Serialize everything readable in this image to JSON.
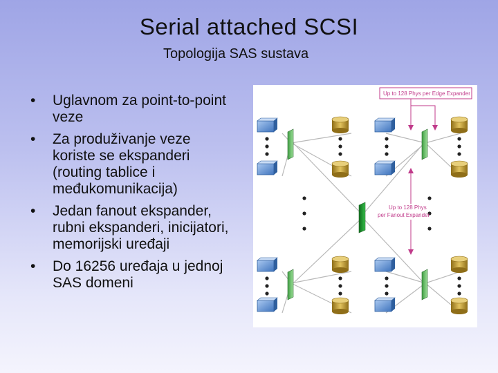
{
  "slide": {
    "title": "Serial attached SCSI",
    "subtitle": "Topologija SAS sustava"
  },
  "bullets": [
    {
      "line1": "Uglavnom za point-to-point",
      "line2": "veze"
    },
    {
      "line1": "Za produživanje veze",
      "line2": "koriste se ekspanderi",
      "line3": "(routing tablice i",
      "line4": "međukomunikacija)"
    },
    {
      "line1": "Jedan fanout ekspander,",
      "line2": "rubni ekspanderi, inicijatori,",
      "line3": "memorijski uređaji"
    },
    {
      "line1": "Do 16256 uređaja u jednoj",
      "line2": "SAS domeni"
    }
  ],
  "bullet_symbol": "•",
  "diagram": {
    "callout_edge_line1": "Up to 128 Phys per Edge Expander",
    "callout_fanout_line1": "Up to 128 Phys",
    "callout_fanout_line2": "per Fanout Expander",
    "colors": {
      "host_blue": "#5b8fd1",
      "disk_gold": "#c9a53a",
      "edge_expander": "#6cc26a",
      "fanout_expander": "#1e9a2e",
      "link": "#b9b9b9",
      "callout": "#c03a8a"
    }
  }
}
